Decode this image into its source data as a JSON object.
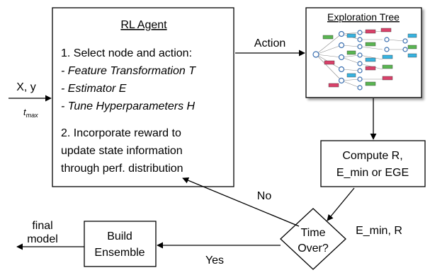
{
  "agent": {
    "title": "RL Agent",
    "step1": "1. Select node and action:",
    "items": [
      "- Feature Transformation T",
      "- Estimator E",
      "- Tune Hyperparameters H"
    ],
    "step2_lines": [
      "2. Incorporate reward to",
      "update state information",
      "through perf. distribution"
    ]
  },
  "tree": {
    "title": "Exploration Tree"
  },
  "compute": {
    "lines": [
      "Compute R,",
      "E_min or EGE"
    ]
  },
  "decision": {
    "lines": [
      "Time",
      "Over?"
    ]
  },
  "ensemble": {
    "lines": [
      "Build",
      "Ensemble"
    ]
  },
  "labels": {
    "action": "Action",
    "input": "X, y",
    "tmax_base": "t",
    "tmax_sub": "max",
    "no": "No",
    "yes": "Yes",
    "emin_r": "E_min, R",
    "final_lines": [
      "final",
      "model"
    ]
  },
  "colors": {
    "node_blue": "#3a6fb0",
    "leaf_green": "#5ab552",
    "leaf_red": "#d9416a",
    "leaf_cyan": "#38b3e0",
    "edge_gray": "#8a8a8a"
  }
}
